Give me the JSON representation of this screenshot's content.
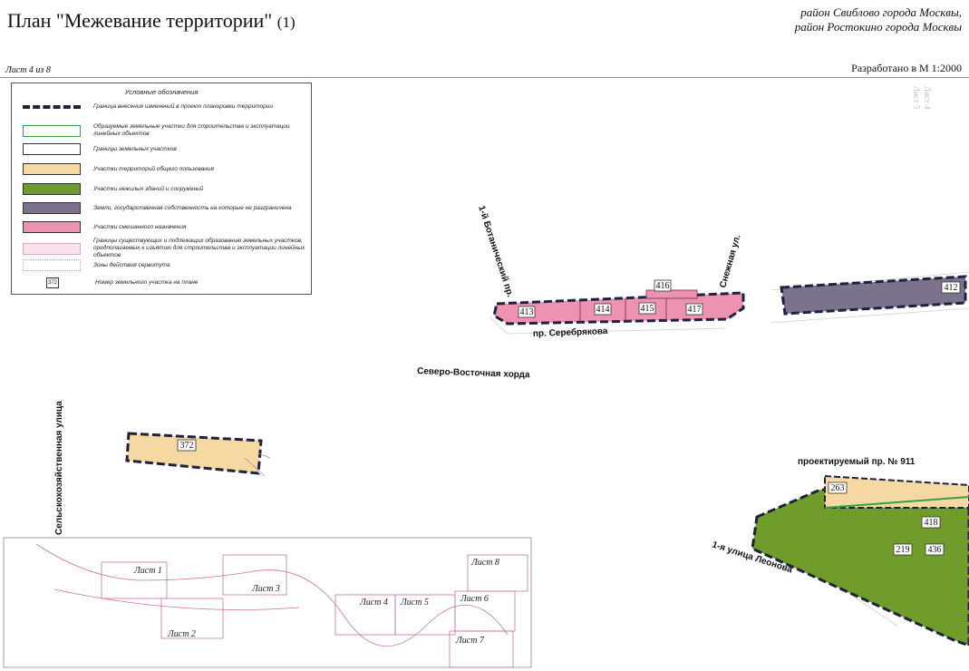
{
  "header": {
    "title": "План \"Межевание территории\"",
    "title_number": "(1)",
    "district_line1": "район Свиблово города Москвы,",
    "district_line2": "район Ростокино города Москвы",
    "sheet": "Лист 4 из 8",
    "scale": "Разработано в М 1:2000"
  },
  "legend": {
    "title": "Условные обозначения",
    "items": [
      {
        "swatch": "dash",
        "text": "Граница внесения изменений в проект планировки территории"
      },
      {
        "swatch": "green-outline",
        "text": "Образуемые земельные участки для строительства и эксплуатации линейных объектов"
      },
      {
        "swatch": "black-outline",
        "text": "Границы земельных участков"
      },
      {
        "swatch": "cream",
        "text": "Участки территорий общего пользования"
      },
      {
        "swatch": "olive",
        "text": "Участки нежилых зданий и сооружений"
      },
      {
        "swatch": "grey",
        "text": "Земли, государственная собственность на которые не разграничена"
      },
      {
        "swatch": "pink",
        "text": "Участки смешанного назначения"
      },
      {
        "swatch": "light-pink",
        "text": "Границы существующих и подлежащих образованию земельных участков, предполагаемых к изъятию для строительства и эксплуатации линейных объектов"
      },
      {
        "swatch": "dotted",
        "text": "Зоны действия сервитута"
      },
      {
        "swatch": "number",
        "sample": "372",
        "text": "Номер земельного участка на плане"
      }
    ]
  },
  "streets": {
    "botanicheskiy": "1-й Ботанический пр.",
    "snezhnaya": "Снежная ул.",
    "serebryakova": "пр. Серебрякова",
    "khorda": "Северо-Восточная хорда",
    "selskokhoz": "Сельскохозяйственная улица",
    "proekt911": "проектируемый пр. № 911",
    "leonova": "1-я улица Леонова"
  },
  "parcels": {
    "p413": "413",
    "p414": "414",
    "p415": "415",
    "p416": "416",
    "p417": "417",
    "p412": "412",
    "p372": "372",
    "p263": "263",
    "p418": "418",
    "p219": "219",
    "p436": "436"
  },
  "side_notes": {
    "sheet5": "Лист 5",
    "sheet4": "Лист 4"
  },
  "key_map": {
    "sheets": [
      "Лист 1",
      "Лист 2",
      "Лист 3",
      "Лист 4",
      "Лист 5",
      "Лист 6",
      "Лист 7",
      "Лист 8"
    ]
  },
  "colors": {
    "pink": "#ee92b2",
    "grey": "#7c728c",
    "cream": "#f6d8a2",
    "olive": "#6f9c2a",
    "boundary": "#1c2240"
  }
}
